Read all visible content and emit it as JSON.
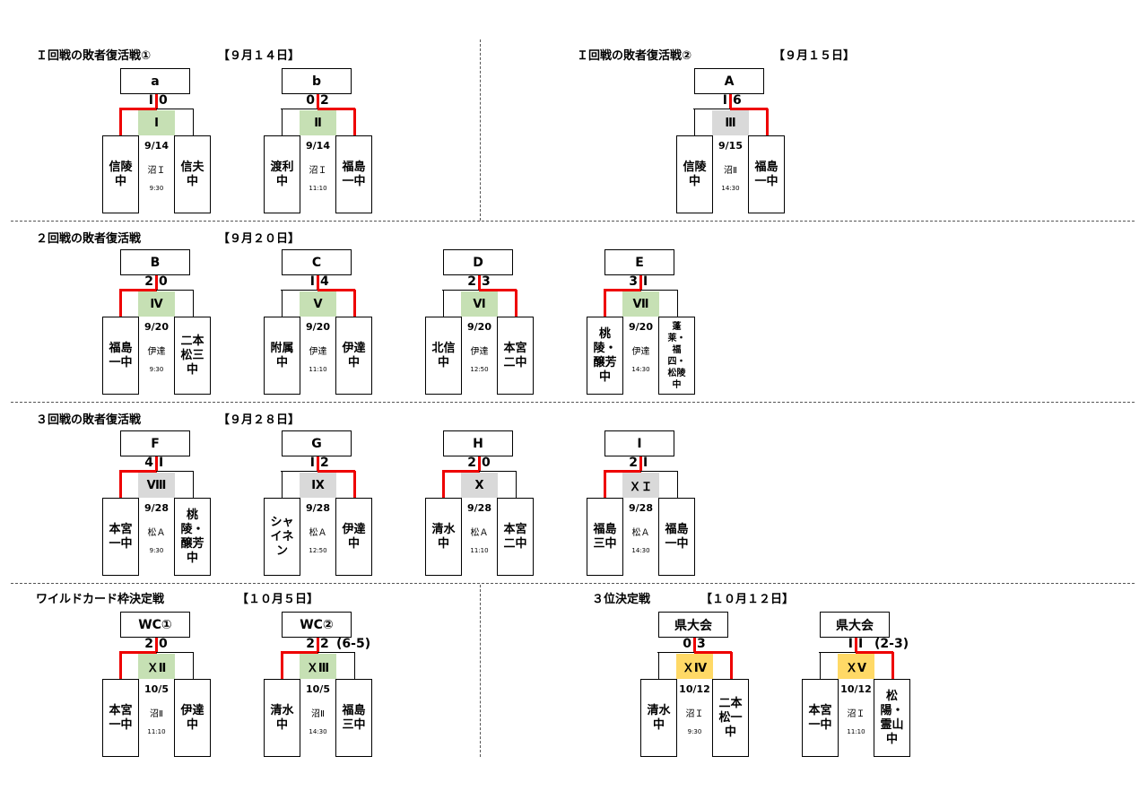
{
  "sections": [
    {
      "title": "Ｉ回戦の敗者復活戦①",
      "date": "【９月１４日】"
    },
    {
      "title": "Ｉ回戦の敗者復活戦②",
      "date": "【９月１５日】"
    },
    {
      "title": "２回戦の敗者復活戦",
      "date": "【９月２０日】"
    },
    {
      "title": "３回戦の敗者復活戦",
      "date": "【９月２８日】"
    },
    {
      "title": "ワイルドカード枠決定戦",
      "date": "【１０月５日】"
    },
    {
      "title": "３位決定戦",
      "date": "【１０月１２日】"
    }
  ],
  "matches": [
    {
      "label": "a",
      "score_left": "I",
      "score_right": "0",
      "note": "",
      "number": "Ⅰ",
      "winner": "left",
      "bg": "green",
      "left_team": "信陵\n中",
      "right_team": "信夫\n中",
      "date": "9/14",
      "place": "沼Ｉ",
      "time": "9:30"
    },
    {
      "label": "b",
      "score_left": "0",
      "score_right": "2",
      "note": "",
      "number": "Ⅱ",
      "winner": "right",
      "bg": "green",
      "left_team": "渡利\n中",
      "right_team": "福島\n一中",
      "date": "9/14",
      "place": "沼Ｉ",
      "time": "11:10"
    },
    {
      "label": "A",
      "score_left": "I",
      "score_right": "6",
      "note": "",
      "number": "Ⅲ",
      "winner": "right",
      "bg": "gray",
      "left_team": "信陵\n中",
      "right_team": "福島\n一中",
      "date": "9/15",
      "place": "沼Ⅱ",
      "time": "14:30"
    },
    {
      "label": "B",
      "score_left": "2",
      "score_right": "0",
      "note": "",
      "number": "Ⅳ",
      "winner": "left",
      "bg": "green",
      "left_team": "福島\n一中",
      "right_team": "二本\n松三\n中",
      "date": "9/20",
      "place": "伊達",
      "time": "9:30"
    },
    {
      "label": "C",
      "score_left": "I",
      "score_right": "4",
      "note": "",
      "number": "Ⅴ",
      "winner": "right",
      "bg": "green",
      "left_team": "附属\n中",
      "right_team": "伊達\n中",
      "date": "9/20",
      "place": "伊達",
      "time": "11:10"
    },
    {
      "label": "D",
      "score_left": "2",
      "score_right": "3",
      "note": "",
      "number": "Ⅵ",
      "winner": "right",
      "bg": "green",
      "left_team": "北信\n中",
      "right_team": "本宮\n二中",
      "date": "9/20",
      "place": "伊達",
      "time": "12:50"
    },
    {
      "label": "E",
      "score_left": "3",
      "score_right": "I",
      "note": "",
      "number": "Ⅶ",
      "winner": "left",
      "bg": "green",
      "left_team": "桃\n陵・\n醸芳\n中",
      "right_team": "蓬\n莱・\n福\n四・\n松陵\n中",
      "date": "9/20",
      "place": "伊達",
      "time": "14:30"
    },
    {
      "label": "F",
      "score_left": "4",
      "score_right": "I",
      "note": "",
      "number": "Ⅷ",
      "winner": "left",
      "bg": "gray",
      "left_team": "本宮\n一中",
      "right_team": "桃\n陵・\n醸芳\n中",
      "date": "9/28",
      "place": "松Ａ",
      "time": "9:30"
    },
    {
      "label": "G",
      "score_left": "I",
      "score_right": "2",
      "note": "",
      "number": "Ⅸ",
      "winner": "right",
      "bg": "gray",
      "left_team": "シャ\nイネ\nン",
      "right_team": "伊達\n中",
      "date": "9/28",
      "place": "松Ａ",
      "time": "12:50"
    },
    {
      "label": "H",
      "score_left": "2",
      "score_right": "0",
      "note": "",
      "number": "Ⅹ",
      "winner": "left",
      "bg": "gray",
      "left_team": "清水\n中",
      "right_team": "本宮\n二中",
      "date": "9/28",
      "place": "松Ａ",
      "time": "11:10"
    },
    {
      "label": "I",
      "score_left": "2",
      "score_right": "I",
      "note": "",
      "number": "ＸＩ",
      "winner": "left",
      "bg": "gray",
      "left_team": "福島\n三中",
      "right_team": "福島\n一中",
      "date": "9/28",
      "place": "松Ａ",
      "time": "14:30"
    },
    {
      "label": "WC①",
      "score_left": "2",
      "score_right": "0",
      "note": "",
      "number": "ＸⅡ",
      "winner": "left",
      "bg": "green",
      "left_team": "本宮\n一中",
      "right_team": "伊達\n中",
      "date": "10/5",
      "place": "沼Ⅱ",
      "time": "11:10"
    },
    {
      "label": "WC②",
      "score_left": "2",
      "score_right": "2",
      "note": "(6-5)",
      "number": "ＸⅢ",
      "winner": "left",
      "bg": "green",
      "left_team": "清水\n中",
      "right_team": "福島\n三中",
      "date": "10/5",
      "place": "沼Ⅱ",
      "time": "14:30"
    },
    {
      "label": "県大会",
      "score_left": "0",
      "score_right": "3",
      "note": "",
      "number": "ＸⅣ",
      "winner": "right",
      "bg": "yellow",
      "left_team": "清水\n中",
      "right_team": "二本\n松一\n中",
      "date": "10/12",
      "place": "沼Ｉ",
      "time": "9:30"
    },
    {
      "label": "県大会",
      "score_left": "I",
      "score_right": "I",
      "note": "(2-3)",
      "number": "ＸⅤ",
      "winner": "right",
      "bg": "yellow",
      "left_team": "本宮\n一中",
      "right_team": "松\n陽・\n霊山\n中",
      "date": "10/12",
      "place": "沼Ｉ",
      "time": "11:10"
    }
  ]
}
